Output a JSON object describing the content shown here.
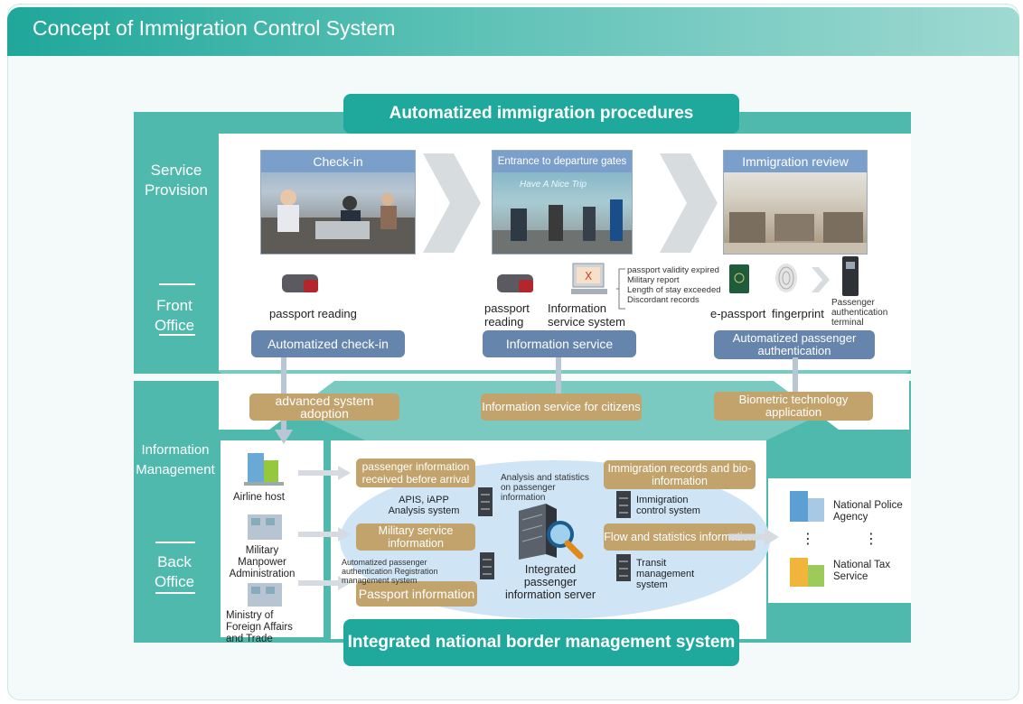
{
  "title": "Concept of Immigration Control System",
  "top_banner": "Automatized immigration procedures",
  "bottom_banner": "Integrated national border management system",
  "side_labels": {
    "service_provision": "Service Provision",
    "front_office": "Front Office",
    "information_management": "Information Management",
    "back_office": "Back Office"
  },
  "steps": [
    {
      "header": "Check-in"
    },
    {
      "header": "Entrance to departure gates",
      "sign": "Have A Nice Trip"
    },
    {
      "header": "Immigration review"
    }
  ],
  "front_items": {
    "passport_reading_1": "passport reading",
    "passport_reading_2": "passport reading",
    "information_service_system": "Information service system",
    "checklist": [
      "passport validity expired",
      "Military report",
      "Length of stay exceeded",
      "Discordant records"
    ],
    "epassport": "e-passport",
    "fingerprint": "fingerprint",
    "terminal": "Passenger authentication terminal"
  },
  "front_pills": [
    "Automatized check-in",
    "Information service",
    "Automatized passenger authentication"
  ],
  "mid_pills": [
    "advanced system adoption",
    "Information service for citizens",
    "Biometric technology application"
  ],
  "sources": [
    "Airline host",
    "Military Manpower Administration",
    "Ministry of Foreign Affairs and Trade"
  ],
  "info_pills": {
    "passenger_info": "passenger information received before arrival",
    "military_info": "Military service information",
    "passport_info": "Passport information",
    "immigration_records": "Immigration records and bio-information",
    "flow_stats": "Flow and statistics information"
  },
  "systems": {
    "apis": "APIS, iAPP Analysis system",
    "analysis": "Analysis and statistics on passenger information",
    "auth_registration": "Automatized passenger authentication Registration management system",
    "server": "Integrated passenger information server",
    "immigration_control": "Immigration control system",
    "transit": "Transit management system"
  },
  "agencies": [
    "National Police Agency",
    "National Tax Service"
  ],
  "ellipsis": "⋮",
  "colors": {
    "teal": "#1fa89c",
    "teal_panel": "#4fb9ae",
    "blue_pill": "#6585ad",
    "tan_pill": "#c2a36c"
  }
}
